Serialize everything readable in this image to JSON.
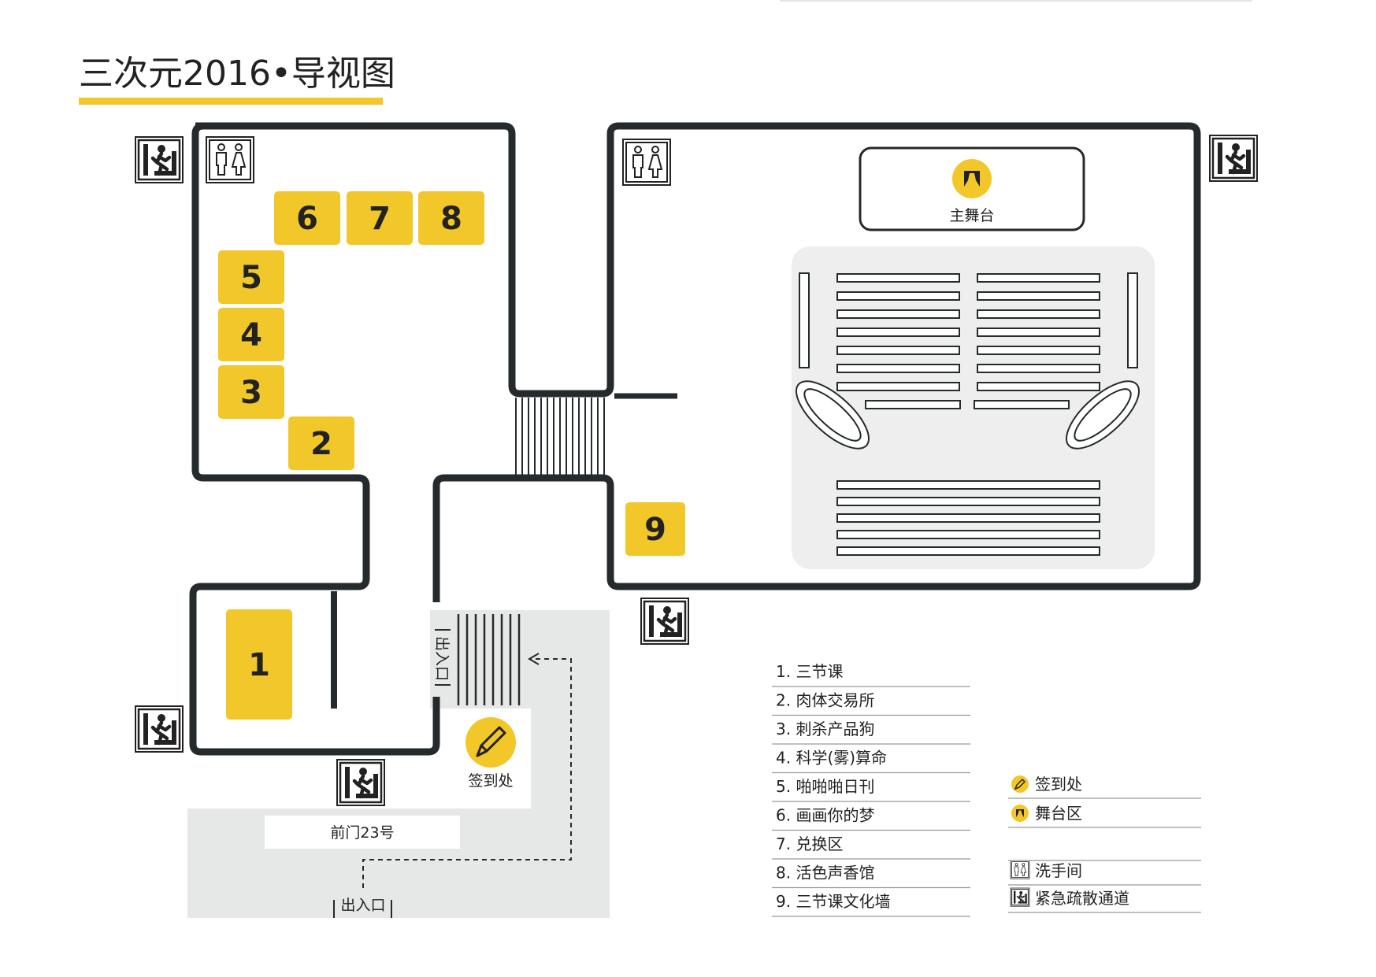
{
  "title": "三次元2016•导视图",
  "colors": {
    "accent": "#F2C72A",
    "wall": "#252a2c",
    "zone": "#e6e8e7",
    "audience": "#eeeeee"
  },
  "booths": [
    {
      "num": "1",
      "name": "三节课"
    },
    {
      "num": "2",
      "name": "肉体交易所"
    },
    {
      "num": "3",
      "name": "刺杀产品狗"
    },
    {
      "num": "4",
      "name": "科学(雾)算命"
    },
    {
      "num": "5",
      "name": "啪啪啪日刊"
    },
    {
      "num": "6",
      "name": "画画你的梦"
    },
    {
      "num": "7",
      "name": "兑换区"
    },
    {
      "num": "8",
      "name": "活色声香馆"
    },
    {
      "num": "9",
      "name": "三节课文化墙"
    }
  ],
  "stage": {
    "label": "主舞台",
    "icon": "stage-curtain-icon"
  },
  "signin": {
    "label": "签到处",
    "icon": "pencil-icon"
  },
  "front_gate": "前门23号",
  "entrance_side": "出入口",
  "entrance_bottom": "出入口",
  "legend_list": [
    "1. 三节课",
    "2. 肉体交易所",
    "3. 刺杀产品狗",
    "4. 科学(雾)算命",
    "5. 啪啪啪日刊",
    "6. 画画你的梦",
    "7. 兑换区",
    "8. 活色声香馆",
    "9. 三节课文化墙"
  ],
  "legend_icons": [
    {
      "icon": "pencil-icon",
      "label": "签到处"
    },
    {
      "icon": "stage-curtain-icon",
      "label": "舞台区"
    },
    {
      "icon": "restroom-icon",
      "label": "洗手间"
    },
    {
      "icon": "emergency-exit-icon",
      "label": "紧急疏散通道"
    }
  ]
}
